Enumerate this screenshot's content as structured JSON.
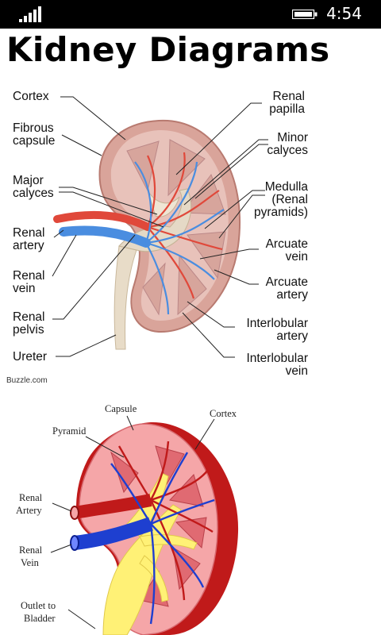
{
  "status_bar": {
    "time": "4:54",
    "signal_icon": "signal-bars-icon",
    "battery_icon": "battery-icon"
  },
  "page": {
    "title": "Kidney Diagrams"
  },
  "diagram1": {
    "credit": "Buzzle.com",
    "labels": {
      "cortex": "Cortex",
      "fibrous_capsule_1": "Fibrous",
      "fibrous_capsule_2": "capsule",
      "major_calyces_1": "Major",
      "major_calyces_2": "calyces",
      "renal_artery_1": "Renal",
      "renal_artery_2": "artery",
      "renal_vein_1": "Renal",
      "renal_vein_2": "vein",
      "renal_pelvis_1": "Renal",
      "renal_pelvis_2": "pelvis",
      "ureter": "Ureter",
      "renal_papilla_1": "Renal",
      "renal_papilla_2": "papilla",
      "minor_calyces_1": "Minor",
      "minor_calyces_2": "calyces",
      "medulla_1": "Medulla",
      "medulla_2": "(Renal",
      "medulla_3": "pyramids)",
      "arcuate_vein_1": "Arcuate",
      "arcuate_vein_2": "vein",
      "arcuate_artery_1": "Arcuate",
      "arcuate_artery_2": "artery",
      "interlobular_artery_1": "Interlobular",
      "interlobular_artery_2": "artery",
      "interlobular_vein_1": "Interlobular",
      "interlobular_vein_2": "vein"
    }
  },
  "diagram2": {
    "labels": {
      "capsule": "Capsule",
      "cortex": "Cortex",
      "pyramid": "Pyramid",
      "renal_artery_1": "Renal",
      "renal_artery_2": "Artery",
      "renal_vein_1": "Renal",
      "renal_vein_2": "Vein",
      "outlet_1": "Outlet to",
      "outlet_2": "Bladder"
    }
  }
}
